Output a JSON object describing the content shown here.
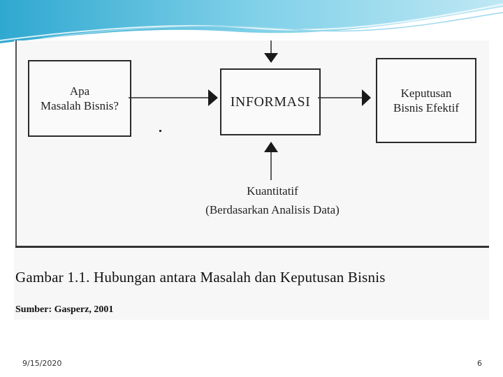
{
  "diagram": {
    "box_problem": {
      "line1": "Apa",
      "line2": "Masalah Bisnis?"
    },
    "box_info": {
      "label": "INFORMASI"
    },
    "box_decision": {
      "line1": "Keputusan",
      "line2": "Bisnis Efektif"
    },
    "quantitative": {
      "line1": "Kuantitatif",
      "line2": "(Berdasarkan Analisis Data)"
    }
  },
  "caption": "Gambar 1.1.  Hubungan antara Masalah dan Keputusan Bisnis",
  "source": "Sumber: Gasperz, 2001",
  "footer": {
    "date": "9/15/2020",
    "page": "6"
  },
  "colors": {
    "banner_top": "#5ec3e0",
    "banner_light": "#d8f0f8",
    "ink": "#2a2a2a"
  }
}
